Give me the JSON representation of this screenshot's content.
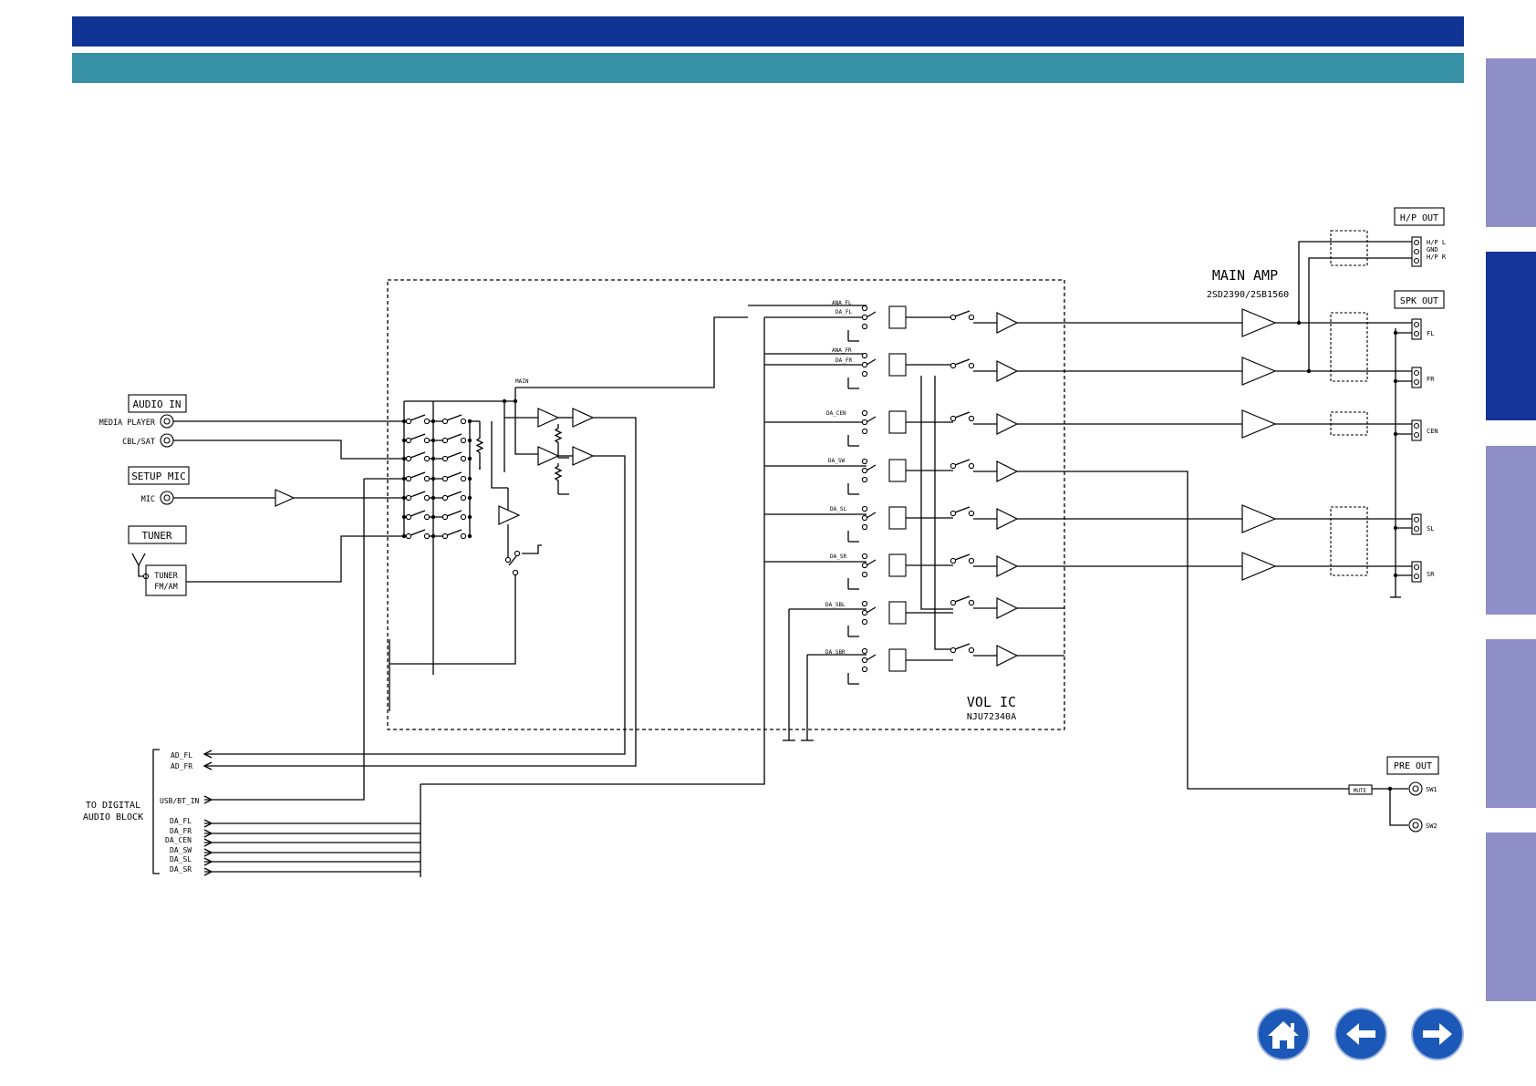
{
  "colors": {
    "top_bar": "#0f3494",
    "sub_bar": "#3690a6",
    "side_tab": "#8f8fc8",
    "side_tab_active": "#14349a",
    "nav_button": "#1b58b7"
  },
  "header": {
    "title": "",
    "subtitle": ""
  },
  "side_tabs": [
    {
      "active": false
    },
    {
      "active": true
    },
    {
      "active": false
    },
    {
      "active": false
    },
    {
      "active": false
    }
  ],
  "nav": {
    "home_icon": "home-icon",
    "back_icon": "arrow-left-icon",
    "forward_icon": "arrow-right-icon"
  },
  "diagram": {
    "audio_in": "AUDIO IN",
    "media_player": "MEDIA PLAYER",
    "cbl_sat": "CBL/SAT",
    "setup_mic": "SETUP MIC",
    "mic": "MIC",
    "tuner": "TUNER",
    "tuner_block_1": "TUNER",
    "tuner_block_2": "FM/AM",
    "main": "MAIN",
    "vol_ic": "VOL IC",
    "vol_ic_part": "NJU72340A",
    "main_amp": "MAIN AMP",
    "main_amp_part": "2SD2390/2SB1560",
    "hp_out": "H/P OUT",
    "hp_l": "H/P L",
    "gnd": "GND",
    "hp_r": "H/P R",
    "spk_out": "SPK OUT",
    "spk_labels": [
      "FL",
      "FR",
      "CEN",
      "SL",
      "SR"
    ],
    "pre_out": "PRE OUT",
    "mute": "MUTE",
    "sw1": "SW1",
    "sw2": "SW2",
    "to_digital_1": "TO DIGITAL",
    "to_digital_2": "AUDIO BLOCK",
    "ad_fl": "AD_FL",
    "ad_fr": "AD_FR",
    "usb_bt_in": "USB/BT_IN",
    "da_bus": [
      "DA_FL",
      "DA_FR",
      "DA_CEN",
      "DA_SW",
      "DA_SL",
      "DA_SR"
    ],
    "vol_in_labels": {
      "ana_fl": "ANA_FL",
      "da_fl": "DA_FL",
      "ana_fr": "ANA_FR",
      "da_fr": "DA_FR",
      "da_cen": "DA_CEN",
      "da_sw": "DA_SW",
      "da_sl": "DA_SL",
      "da_sr": "DA_SR",
      "da_sbl": "DA_SBL",
      "da_sbr": "DA_SBR"
    }
  }
}
